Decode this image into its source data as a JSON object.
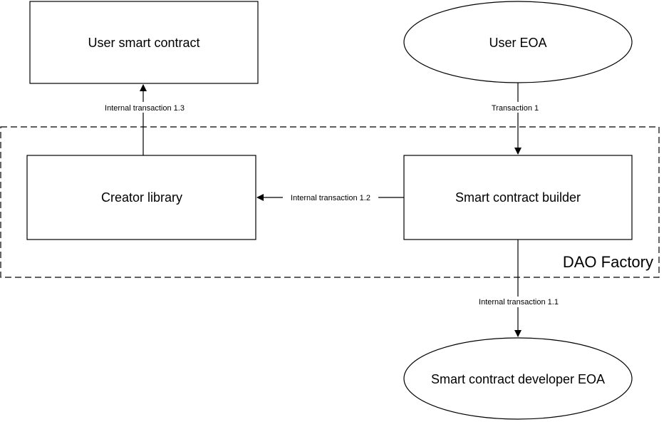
{
  "colors": {
    "stroke": "#000000",
    "background": "#ffffff",
    "text": "#000000"
  },
  "group": {
    "label": "DAO Factory"
  },
  "nodes": {
    "user_smart_contract": "User smart contract",
    "user_eoa": "User EOA",
    "creator_library": "Creator library",
    "smart_contract_builder": "Smart contract builder",
    "developer_eoa": "Smart contract developer EOA"
  },
  "edges": {
    "tx_1": "Transaction 1",
    "tx_1_1": "Internal  transaction 1.1",
    "tx_1_2": "Internal transaction 1.2",
    "tx_1_3": "Internal transaction 1.3"
  }
}
